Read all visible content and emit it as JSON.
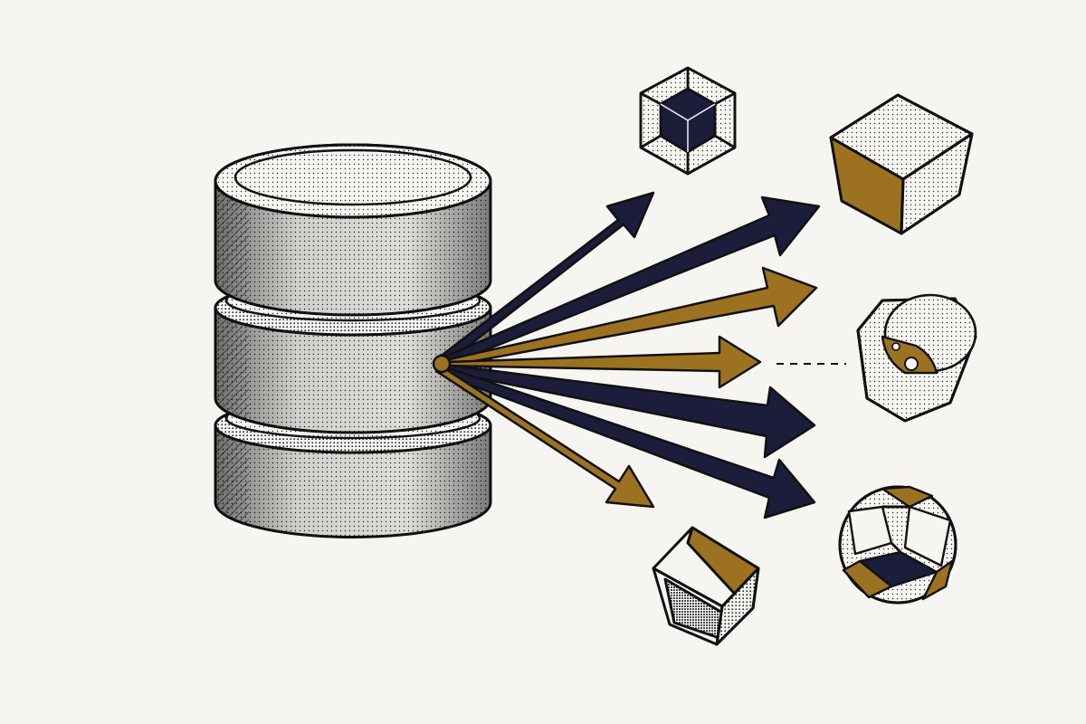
{
  "colors": {
    "paper": "#f6f5f1",
    "ink": "#111111",
    "navy": "#1b1d3a",
    "ochre": "#9c7221",
    "stipple": "#2a2a2a"
  },
  "icons": {
    "source": "database-cylinder-icon",
    "hub": "emitter-point-icon",
    "targets": [
      "hexagonal-cube-icon",
      "isometric-cube-icon",
      "cylinder-cube-icon",
      "tilted-cube-icon",
      "faceted-sphere-icon"
    ]
  },
  "arrows": [
    {
      "name": "arrow-navy-1",
      "color": "navy"
    },
    {
      "name": "arrow-navy-2",
      "color": "navy"
    },
    {
      "name": "arrow-ochre-1",
      "color": "ochre"
    },
    {
      "name": "arrow-ochre-2",
      "color": "ochre"
    },
    {
      "name": "arrow-navy-3",
      "color": "navy"
    },
    {
      "name": "arrow-navy-4",
      "color": "navy"
    },
    {
      "name": "arrow-ochre-3",
      "color": "ochre"
    }
  ]
}
